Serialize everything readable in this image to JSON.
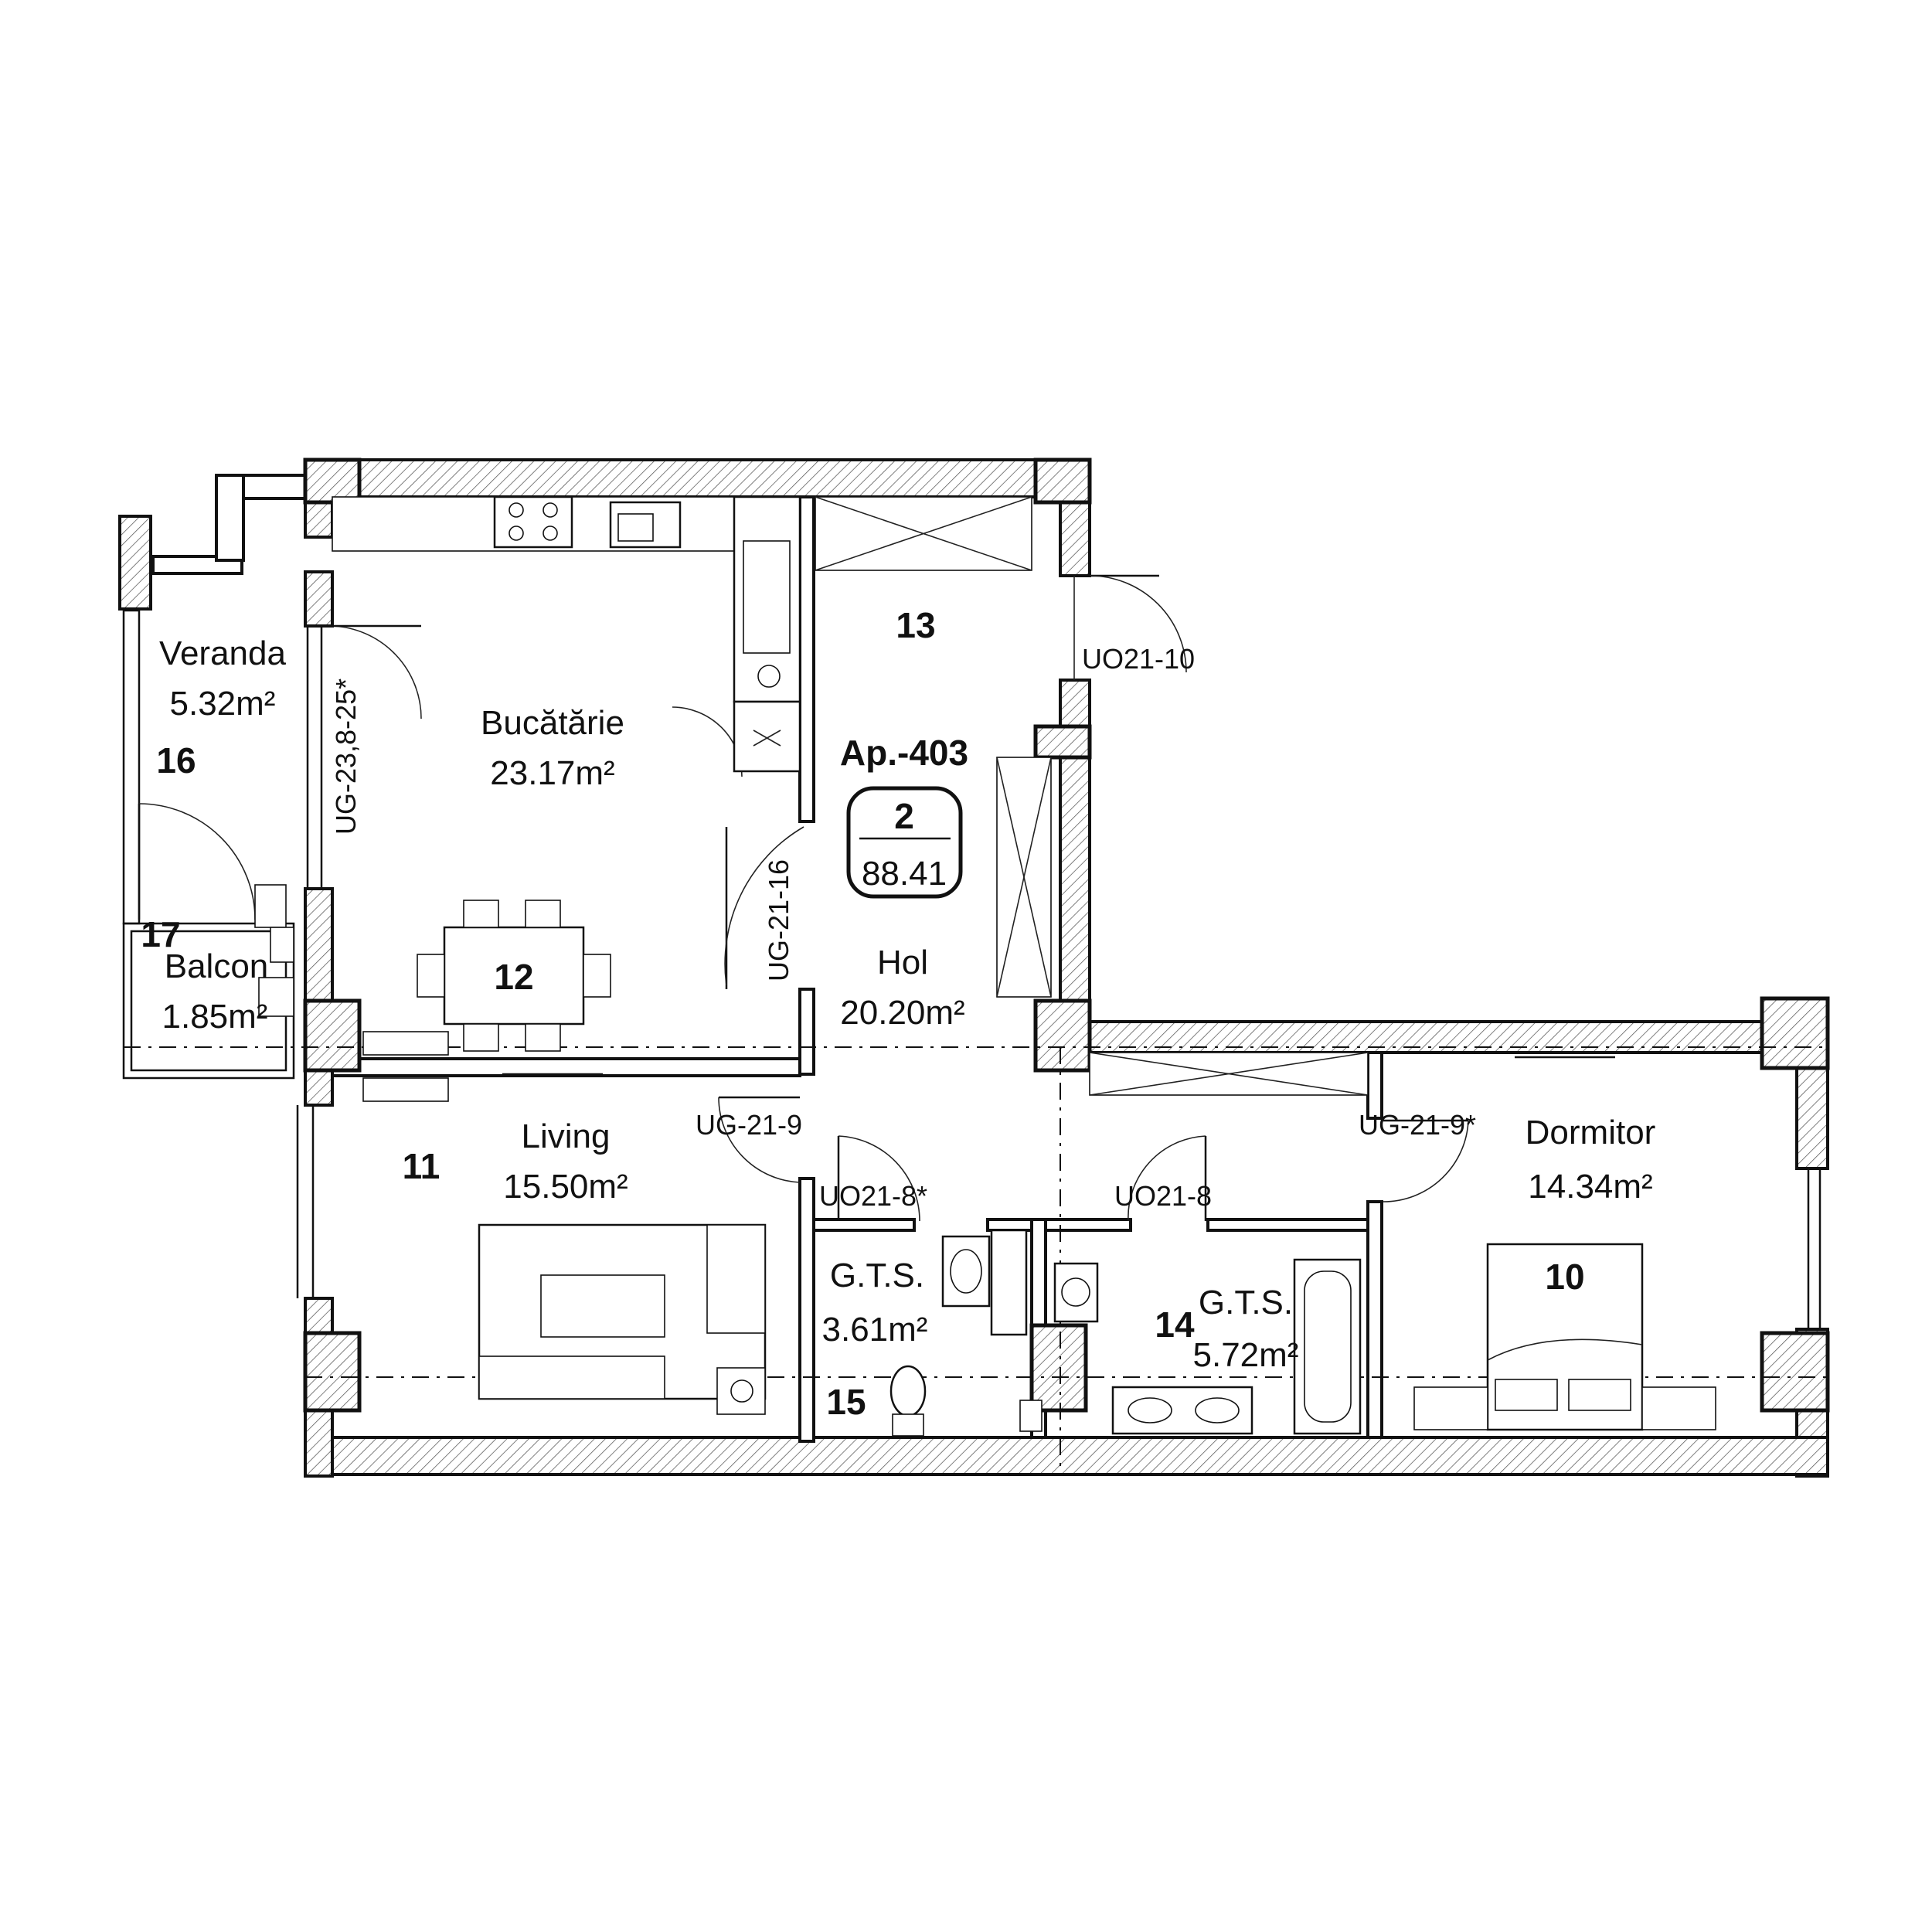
{
  "apartment": {
    "label": "Ap.-403",
    "rooms_count": "2",
    "area": "88.41"
  },
  "rooms": [
    {
      "id": "kitchen",
      "name": "Bucătărie",
      "area": "23.17m²",
      "number": "12"
    },
    {
      "id": "hall",
      "name": "Hol",
      "area": "20.20m²",
      "number": "13"
    },
    {
      "id": "living",
      "name": "Living",
      "area": "15.50m²",
      "number": "11"
    },
    {
      "id": "bedroom",
      "name": "Dormitor",
      "area": "14.34m²",
      "number": "10"
    },
    {
      "id": "veranda",
      "name": "Veranda",
      "area": "5.32m²",
      "number": "16"
    },
    {
      "id": "balcony",
      "name": "Balcon",
      "area": "1.85m²",
      "number": "17"
    },
    {
      "id": "bath-small",
      "name": "G.T.S.",
      "area": "3.61m²",
      "number": "15"
    },
    {
      "id": "bath-large",
      "name": "G.T.S.",
      "area": "5.72m²",
      "number": "14"
    }
  ],
  "door_codes": {
    "entrance": "UO21-10",
    "veranda_door": "UG-23,8-25*",
    "kitchen_door": "UG-21-16",
    "living_door": "UG-21-9",
    "bath_small_door": "UO21-8*",
    "bath_large_door": "UO21-8",
    "bedroom_door": "UG-21-9*"
  }
}
